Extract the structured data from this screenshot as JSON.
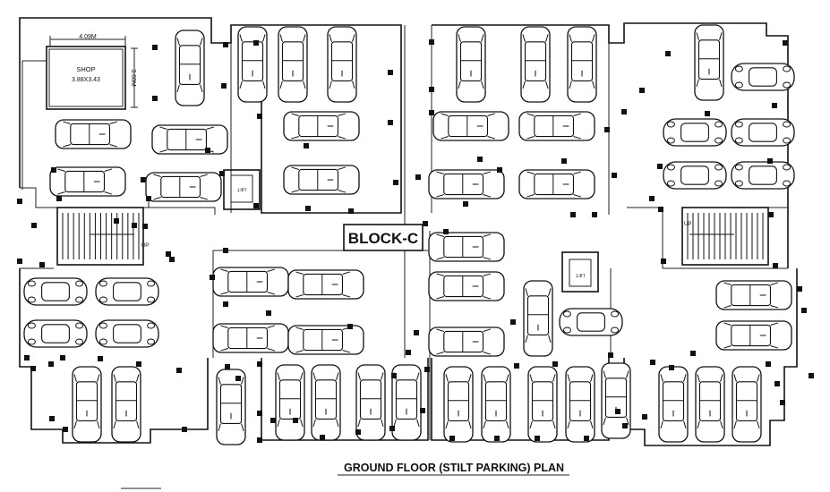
{
  "plan": {
    "title": "GROUND FLOOR (STILT PARKING) PLAN",
    "block_label": "BLOCK-C",
    "shop": {
      "name": "SHOP",
      "size": "3.88X3.43"
    },
    "dimensions": {
      "width": "4.09M",
      "height": "3.60M"
    },
    "lift_label": "LIFT",
    "up_label": "UP"
  }
}
